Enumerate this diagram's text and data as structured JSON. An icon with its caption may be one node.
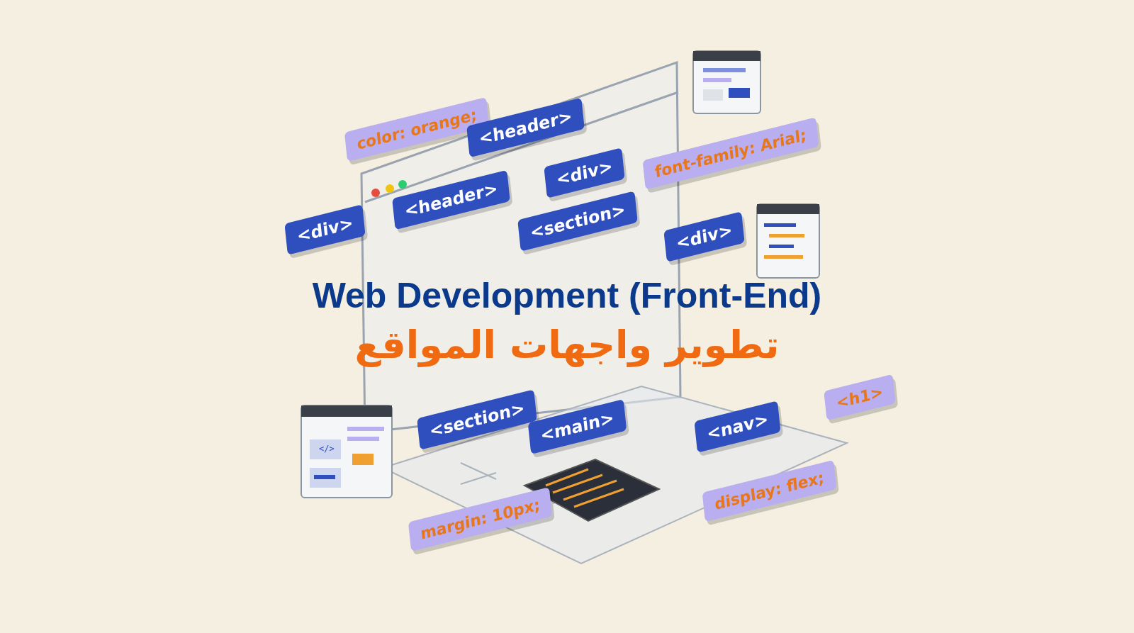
{
  "diagram": {
    "title": "Web Development (Front-End)",
    "nodes": [
      {
        "text": [
          "color: orange;"
        ]
      },
      {
        "text": [
          "<header>"
        ]
      },
      {
        "text": [
          "<div>"
        ]
      },
      {
        "text": [
          "font-family: Arial;"
        ]
      },
      {
        "text": [
          "<header>"
        ]
      },
      {
        "text": [
          "<div>"
        ]
      },
      {
        "text": [
          "<section>"
        ]
      },
      {
        "text": [
          "<div>"
        ]
      },
      {
        "text": [
          "<section>"
        ]
      },
      {
        "text": [
          "<h1>"
        ]
      },
      {
        "text": [
          "<main>"
        ]
      },
      {
        "text": [
          "<nav>"
        ]
      },
      {
        "text": [
          "display: flex;"
        ]
      },
      {
        "text": [
          "margin: 10px;"
        ]
      }
    ],
    "labels": [
      "تطوير واجهات المواقع",
      "</>"
    ]
  }
}
